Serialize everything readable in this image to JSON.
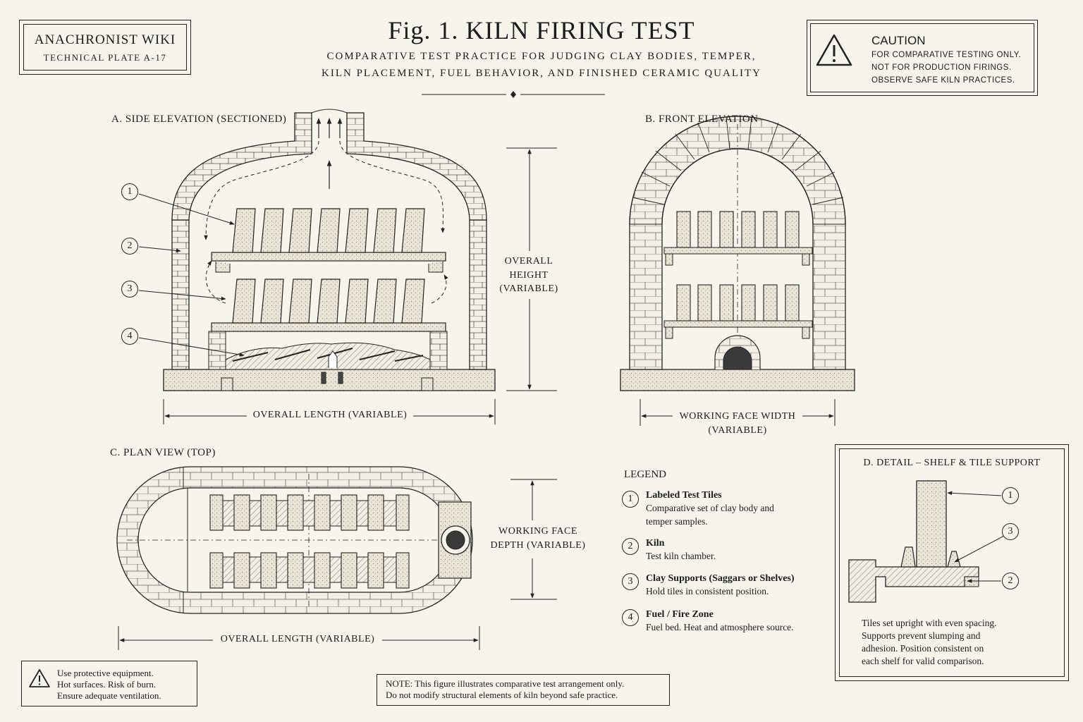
{
  "header": {
    "wiki_name": "ANACHRONIST WIKI",
    "plate_id": "TECHNICAL PLATE A-17",
    "figure_title": "Fig. 1.  KILN FIRING TEST",
    "subtitle_line1": "COMPARATIVE TEST PRACTICE FOR JUDGING CLAY BODIES, TEMPER,",
    "subtitle_line2": "KILN PLACEMENT, FUEL BEHAVIOR, AND FINISHED CERAMIC QUALITY"
  },
  "caution": {
    "title": "CAUTION",
    "lines": [
      "FOR COMPARATIVE TESTING ONLY.",
      "NOT FOR PRODUCTION FIRINGS.",
      "OBSERVE SAFE KILN PRACTICES."
    ]
  },
  "side_elevation": {
    "title": "A. SIDE ELEVATION (SECTIONED)",
    "height_label": [
      "OVERALL",
      "HEIGHT",
      "(VARIABLE)"
    ],
    "length_label": "OVERALL LENGTH (VARIABLE)",
    "callouts": [
      "1",
      "2",
      "3",
      "4"
    ]
  },
  "front_elevation": {
    "title": "B. FRONT ELEVATION",
    "width_label": [
      "WORKING FACE WIDTH",
      "(VARIABLE)"
    ]
  },
  "plan_view": {
    "title": "C. PLAN VIEW (TOP)",
    "depth_label": [
      "WORKING FACE",
      "DEPTH (VARIABLE)"
    ],
    "length_label": "OVERALL LENGTH (VARIABLE)"
  },
  "legend": {
    "title": "LEGEND",
    "items": [
      {
        "num": "1",
        "name": "Labeled Test Tiles",
        "desc": [
          "Comparative set of clay body and",
          "temper samples."
        ]
      },
      {
        "num": "2",
        "name": "Kiln",
        "desc": [
          "Test kiln chamber."
        ]
      },
      {
        "num": "3",
        "name": "Clay Supports (Saggars or Shelves)",
        "desc": [
          "Hold tiles in consistent position."
        ]
      },
      {
        "num": "4",
        "name": "Fuel / Fire Zone",
        "desc": [
          "Fuel bed. Heat and atmosphere source."
        ]
      }
    ]
  },
  "detail": {
    "title": "D. DETAIL – SHELF & TILE SUPPORT",
    "callouts": [
      "1",
      "3",
      "2"
    ],
    "note": [
      "Tiles set upright with even spacing.",
      "Supports prevent slumping and",
      "adhesion. Position consistent on",
      "each shelf for valid comparison."
    ]
  },
  "safety": {
    "lines": [
      "Use protective equipment.",
      "Hot surfaces. Risk of burn.",
      "Ensure adequate ventilation."
    ]
  },
  "note": {
    "lines": [
      "NOTE:  This figure illustrates comparative test arrangement only.",
      "Do not modify structural elements of kiln beyond safe practice."
    ]
  }
}
